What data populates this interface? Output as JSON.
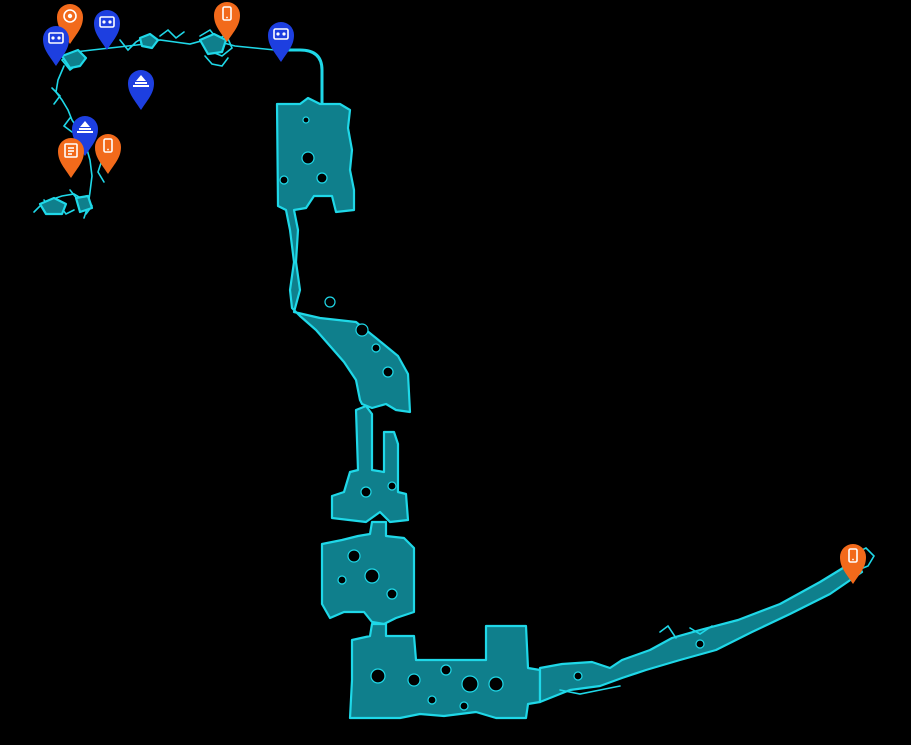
{
  "map": {
    "background": "#000000",
    "cave_fill": "#0f7f8c",
    "cave_outline": "#1fd8e8"
  },
  "colors": {
    "blue": "#1d3fe0",
    "orange": "#f26a1b"
  },
  "markers": [
    {
      "id": "m1",
      "color": "orange",
      "icon": "target-icon"
    },
    {
      "id": "m2",
      "color": "blue",
      "icon": "cassette-icon"
    },
    {
      "id": "m3",
      "color": "blue",
      "icon": "cassette-icon"
    },
    {
      "id": "m4",
      "color": "orange",
      "icon": "phone-icon"
    },
    {
      "id": "m5",
      "color": "blue",
      "icon": "cassette-icon"
    },
    {
      "id": "m6",
      "color": "blue",
      "icon": "camp-icon"
    },
    {
      "id": "m7",
      "color": "blue",
      "icon": "camp-icon"
    },
    {
      "id": "m8",
      "color": "orange",
      "icon": "note-icon"
    },
    {
      "id": "m9",
      "color": "orange",
      "icon": "phone-icon"
    },
    {
      "id": "m10",
      "color": "orange",
      "icon": "phone-icon"
    }
  ]
}
